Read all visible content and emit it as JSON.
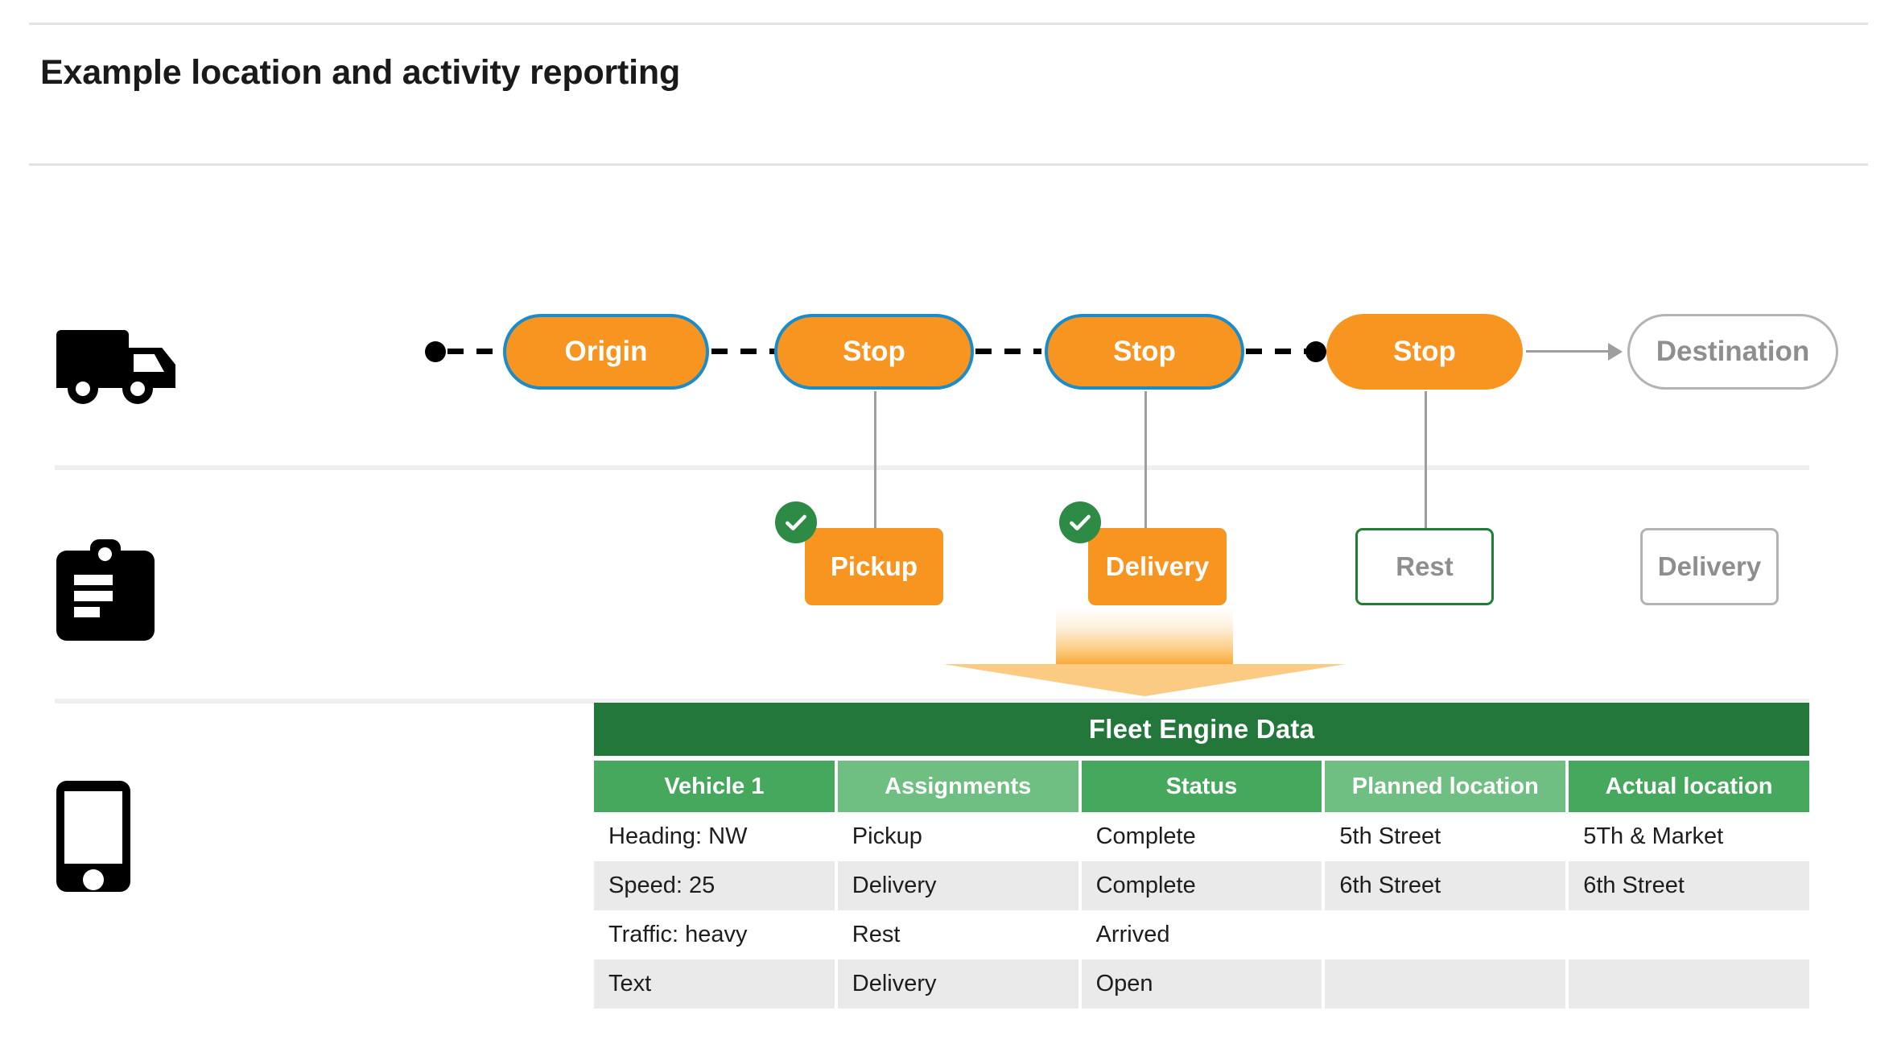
{
  "page": {
    "title": "Example location and activity reporting"
  },
  "lanes": {
    "vehicle": {
      "icon": "truck-icon"
    },
    "assignments": {
      "icon": "clipboard-icon"
    },
    "device": {
      "icon": "mobile-phone-icon"
    }
  },
  "route": {
    "stops": [
      {
        "label": "Origin",
        "style": "filled-bordered"
      },
      {
        "label": "Stop",
        "style": "filled-bordered"
      },
      {
        "label": "Stop",
        "style": "filled-bordered"
      },
      {
        "label": "Stop",
        "style": "filled"
      },
      {
        "label": "Destination",
        "style": "outline"
      }
    ]
  },
  "assignments": {
    "items": [
      {
        "label": "Pickup",
        "style": "filled",
        "completed": true
      },
      {
        "label": "Delivery",
        "style": "filled",
        "completed": true
      },
      {
        "label": "Rest",
        "style": "green-outline",
        "completed": false
      },
      {
        "label": "Delivery",
        "style": "gray-outline",
        "completed": false
      }
    ]
  },
  "table": {
    "title": "Fleet Engine Data",
    "columns": [
      "Vehicle 1",
      "Assignments",
      "Status",
      "Planned location",
      "Actual location"
    ],
    "rows": [
      [
        "Heading: NW",
        "Pickup",
        "Complete",
        "5th Street",
        "5Th & Market"
      ],
      [
        "Speed: 25",
        "Delivery",
        "Complete",
        "6th Street",
        "6th Street"
      ],
      [
        "Traffic: heavy",
        "Rest",
        "Arrived",
        "",
        ""
      ],
      [
        "Text",
        "Delivery",
        "Open",
        "",
        ""
      ]
    ]
  },
  "colors": {
    "orange": "#F89520",
    "blue_border": "#1A8BCB",
    "green_dark": "#24773A",
    "green_header": "#45A85C",
    "green_header_alt": "#6EBF81",
    "green_check": "#2E8B45",
    "gray_outline": "#b3b3b3",
    "row_alt": "#eaeaea"
  }
}
